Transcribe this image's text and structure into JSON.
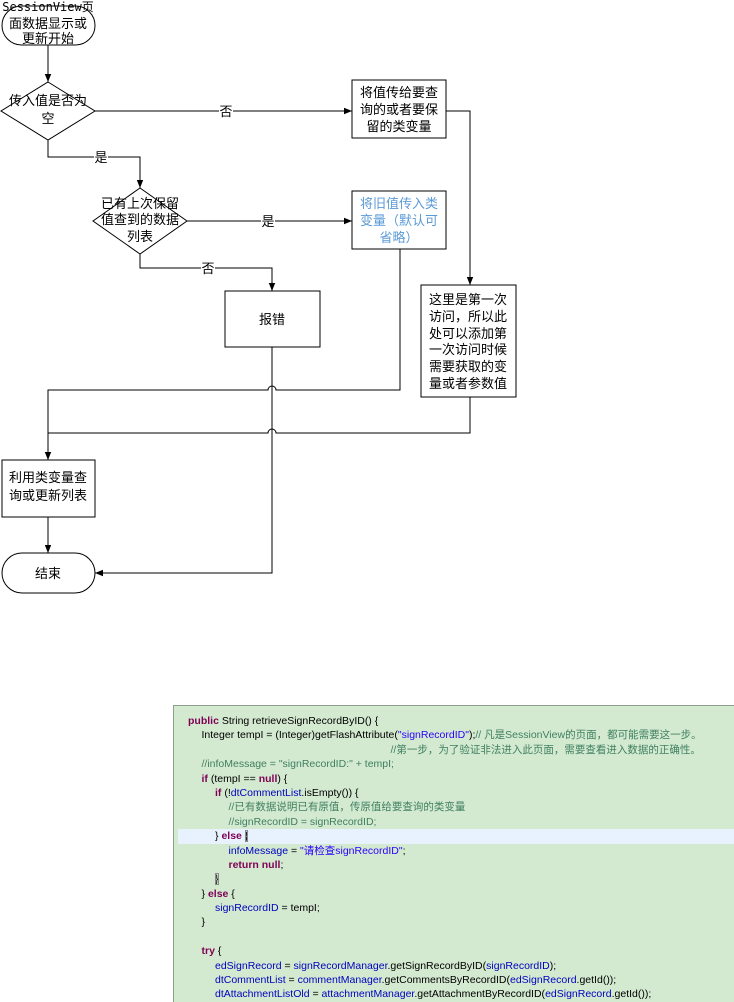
{
  "flowchart": {
    "start": {
      "lines": [
        "SessionView页",
        "面数据显示或",
        "更新开始"
      ]
    },
    "decision_empty": {
      "lines": [
        "传入值是否为",
        "空"
      ]
    },
    "decision_empty_no_label": "否",
    "decision_empty_yes_label": "是",
    "box_assign": {
      "lines": [
        "将值传给要查",
        "询的或者要保",
        "留的类变量"
      ]
    },
    "decision_previous": {
      "lines": [
        "已有上次保留",
        "值查到的数据",
        "列表"
      ]
    },
    "decision_previous_yes_label": "是",
    "decision_previous_no_label": "否",
    "box_old_value": {
      "lines": [
        "将旧值传入类",
        "变量（默认可",
        "省略）"
      ]
    },
    "box_error": {
      "lines": [
        "报错"
      ]
    },
    "box_first_visit": {
      "lines": [
        "这里是第一次",
        "访问，所以此",
        "处可以添加第",
        "一次访问时候",
        "需要获取的变",
        "量或者参数值"
      ]
    },
    "box_query": {
      "lines": [
        "利用类变量查",
        "询或更新列表"
      ]
    },
    "end": {
      "lines": [
        "结束"
      ]
    }
  },
  "colors": {
    "optional_step_text": "#5b9bd5",
    "code_background": "#d3ead0",
    "current_line": "#e8f2fe"
  },
  "code": {
    "current_line_index": 8,
    "lines": [
      {
        "tokens": [
          {
            "t": "public",
            "c": "kw"
          },
          {
            "t": " String retrieveSignRecordByID() {",
            "c": "pl"
          }
        ]
      },
      {
        "tokens": [
          {
            "t": "\tInteger tempI = (Integer)getFlashAttribute(",
            "c": "pl"
          },
          {
            "t": "\"signRecordID\"",
            "c": "str"
          },
          {
            "t": ");",
            "c": "pl"
          },
          {
            "t": "// 凡是SessionView的页面，都可能需要这一步。",
            "c": "cmt"
          }
        ]
      },
      {
        "tokens": [
          {
            "t": "\t\t\t\t\t\t\t\t\t\t\t\t\t\t\t//第一步，为了验证非法进入此页面，需要查看进入数据的正确性。",
            "c": "cmt"
          }
        ]
      },
      {
        "tokens": [
          {
            "t": "\t//infoMessage = \"signRecordID:\" + tempI;",
            "c": "cmt"
          }
        ]
      },
      {
        "tokens": [
          {
            "t": "\t",
            "c": "pl"
          },
          {
            "t": "if",
            "c": "kw"
          },
          {
            "t": " (tempI == ",
            "c": "pl"
          },
          {
            "t": "null",
            "c": "kw"
          },
          {
            "t": ") {",
            "c": "pl"
          }
        ]
      },
      {
        "tokens": [
          {
            "t": "\t\t",
            "c": "pl"
          },
          {
            "t": "if",
            "c": "kw"
          },
          {
            "t": " (!",
            "c": "pl"
          },
          {
            "t": "dtCommentList",
            "c": "fld"
          },
          {
            "t": ".isEmpty()) {",
            "c": "pl"
          }
        ]
      },
      {
        "tokens": [
          {
            "t": "\t\t\t//已有数据说明已有原值，传原值给要查询的类变量",
            "c": "cmt"
          }
        ]
      },
      {
        "tokens": [
          {
            "t": "\t\t\t//signRecordID = signRecordID;",
            "c": "cmt"
          }
        ]
      },
      {
        "tokens": [
          {
            "t": "\t\t} ",
            "c": "pl"
          },
          {
            "t": "else",
            "c": "kw"
          },
          {
            "t": " ",
            "c": "pl"
          },
          {
            "t": "{",
            "c": "box"
          }
        ]
      },
      {
        "tokens": [
          {
            "t": "\t\t\t",
            "c": "pl"
          },
          {
            "t": "infoMessage",
            "c": "fld"
          },
          {
            "t": " = ",
            "c": "pl"
          },
          {
            "t": "\"请检查signRecordID\"",
            "c": "str"
          },
          {
            "t": ";",
            "c": "pl"
          }
        ]
      },
      {
        "tokens": [
          {
            "t": "\t\t\t",
            "c": "pl"
          },
          {
            "t": "return",
            "c": "kw"
          },
          {
            "t": " ",
            "c": "pl"
          },
          {
            "t": "null",
            "c": "kw"
          },
          {
            "t": ";",
            "c": "pl"
          }
        ]
      },
      {
        "tokens": [
          {
            "t": "\t\t",
            "c": "pl"
          },
          {
            "t": "}",
            "c": "box"
          }
        ]
      },
      {
        "tokens": [
          {
            "t": "\t} ",
            "c": "pl"
          },
          {
            "t": "else",
            "c": "kw"
          },
          {
            "t": " {",
            "c": "pl"
          }
        ]
      },
      {
        "tokens": [
          {
            "t": "\t\t",
            "c": "pl"
          },
          {
            "t": "signRecordID",
            "c": "fld"
          },
          {
            "t": " = tempI;",
            "c": "pl"
          }
        ]
      },
      {
        "tokens": [
          {
            "t": "\t}",
            "c": "pl"
          }
        ]
      },
      {
        "tokens": []
      },
      {
        "tokens": [
          {
            "t": "\t",
            "c": "pl"
          },
          {
            "t": "try",
            "c": "kw"
          },
          {
            "t": " {",
            "c": "pl"
          }
        ]
      },
      {
        "tokens": [
          {
            "t": "\t\t",
            "c": "pl"
          },
          {
            "t": "edSignRecord",
            "c": "fld"
          },
          {
            "t": " = ",
            "c": "pl"
          },
          {
            "t": "signRecordManager",
            "c": "fld"
          },
          {
            "t": ".getSignRecordByID(",
            "c": "pl"
          },
          {
            "t": "signRecordID",
            "c": "fld"
          },
          {
            "t": ");",
            "c": "pl"
          }
        ]
      },
      {
        "tokens": [
          {
            "t": "\t\t",
            "c": "pl"
          },
          {
            "t": "dtCommentList",
            "c": "fld"
          },
          {
            "t": " = ",
            "c": "pl"
          },
          {
            "t": "commentManager",
            "c": "fld"
          },
          {
            "t": ".getCommentsByRecordID(",
            "c": "pl"
          },
          {
            "t": "edSignRecord",
            "c": "fld"
          },
          {
            "t": ".getId());",
            "c": "pl"
          }
        ]
      },
      {
        "tokens": [
          {
            "t": "\t\t",
            "c": "pl"
          },
          {
            "t": "dtAttachmentListOld",
            "c": "fld"
          },
          {
            "t": " = ",
            "c": "pl"
          },
          {
            "t": "attachmentManager",
            "c": "fld"
          },
          {
            "t": ".getAttachmentByRecordID(",
            "c": "pl"
          },
          {
            "t": "edSignRecord",
            "c": "fld"
          },
          {
            "t": ".getId());",
            "c": "pl"
          }
        ]
      }
    ]
  }
}
